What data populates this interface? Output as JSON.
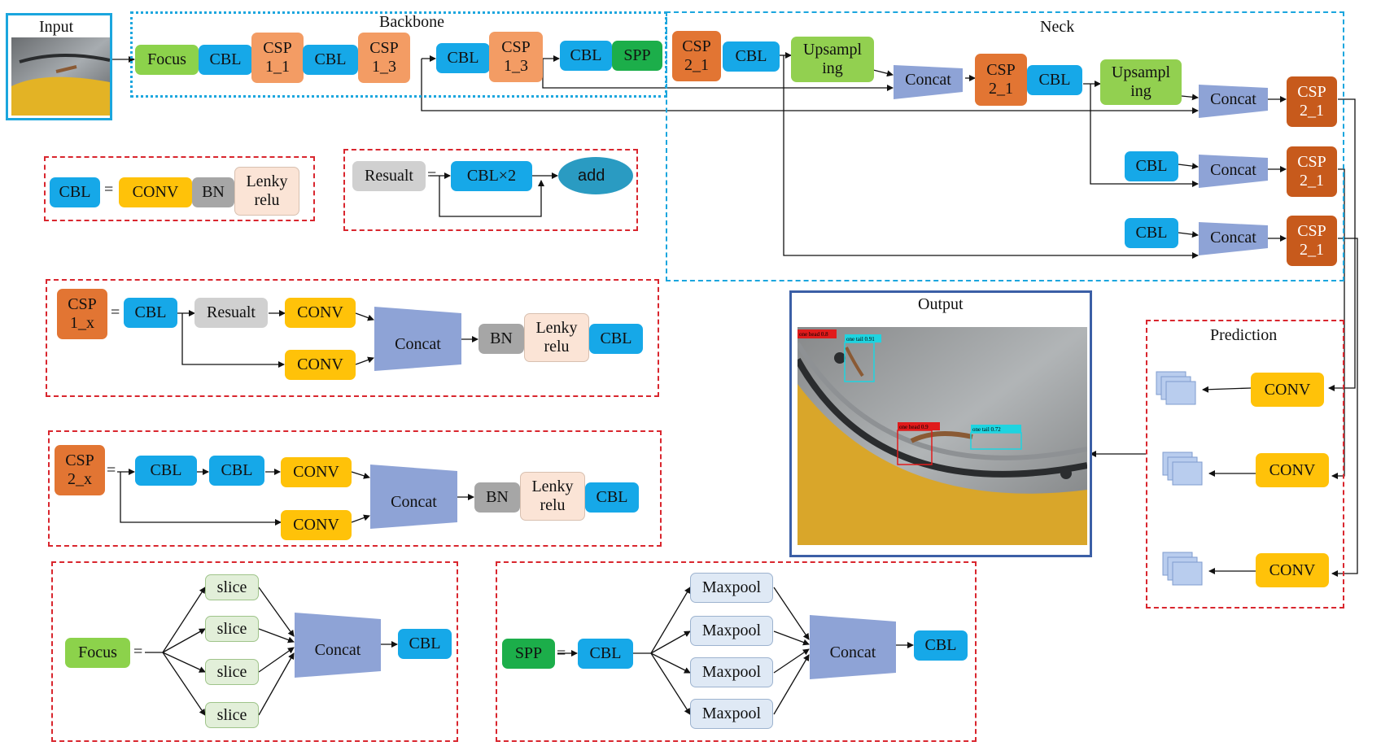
{
  "titles": {
    "input": "Input",
    "backbone": "Backbone",
    "neck": "Neck",
    "output": "Output",
    "prediction": "Prediction"
  },
  "backbone": {
    "focus": "Focus",
    "cbl1": "CBL",
    "csp1_1": "CSP\n1_1",
    "cbl2": "CBL",
    "csp1_3a": "CSP\n1_3",
    "cbl3": "CBL",
    "csp1_3b": "CSP\n1_3",
    "cbl4": "CBL",
    "spp": "SPP"
  },
  "neck": {
    "csp2_1a": "CSP\n2_1",
    "cbl1": "CBL",
    "ups1": "Upsampl\ning",
    "concat1": "Concat",
    "csp2_1b": "CSP\n2_1",
    "cbl2": "CBL",
    "ups2": "Upsampl\ning",
    "concat2": "Concat",
    "csp2_1c": "CSP\n2_1",
    "cbl3": "CBL",
    "concat3": "Concat",
    "csp2_1d": "CSP\n2_1",
    "cbl4": "CBL",
    "concat4": "Concat",
    "csp2_1e": "CSP\n2_1"
  },
  "legend_cbl": {
    "cbl": "CBL",
    "eq": "=",
    "conv": "CONV",
    "bn": "BN",
    "relu": "Lenky\nrelu"
  },
  "legend_res": {
    "res": "Resualt",
    "eq": "=",
    "cbl2": "CBL×2",
    "add": "add"
  },
  "legend_csp1": {
    "csp": "CSP\n1_x",
    "eq": "=",
    "cbl": "CBL",
    "res": "Resualt",
    "conv1": "CONV",
    "conv2": "CONV",
    "concat": "Concat",
    "bn": "BN",
    "relu": "Lenky\nrelu",
    "cbl2": "CBL"
  },
  "legend_csp2": {
    "csp": "CSP\n2_x",
    "eq": "=",
    "cbl1": "CBL",
    "cbl2": "CBL",
    "conv1": "CONV",
    "conv2": "CONV",
    "concat": "Concat",
    "bn": "BN",
    "relu": "Lenky\nrelu",
    "cbl3": "CBL"
  },
  "legend_focus": {
    "focus": "Focus",
    "eq": "=",
    "slices": [
      "slice",
      "slice",
      "slice",
      "slice"
    ],
    "concat": "Concat",
    "cbl": "CBL"
  },
  "legend_spp": {
    "spp": "SPP",
    "eq": "=",
    "cbl": "CBL",
    "pools": [
      "Maxpool",
      "Maxpool",
      "Maxpool",
      "Maxpool"
    ],
    "concat": "Concat",
    "cbl2": "CBL"
  },
  "prediction": {
    "conv1": "CONV",
    "conv2": "CONV",
    "conv3": "CONV"
  },
  "detections": [
    "one tail 0.91",
    "one tail 0.72",
    "one head 0.9",
    "one head 0.8"
  ],
  "colors": {
    "cbl": "#16a8e8",
    "csp": "#f39c64",
    "conv": "#ffc209",
    "concat": "#8ea3d6",
    "focus": "#8cd24b",
    "spp": "#1cae4a",
    "frame_red": "#d9262e",
    "frame_blue": "#1ba6de"
  }
}
